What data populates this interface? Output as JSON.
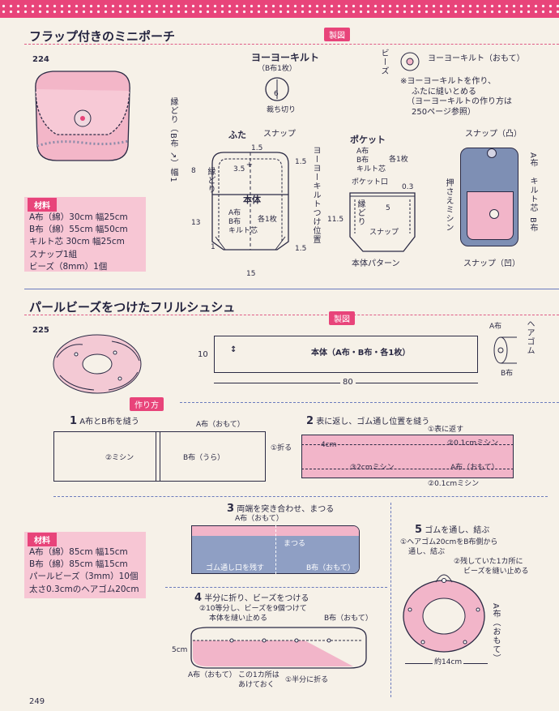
{
  "page_number": "249",
  "section1": {
    "title": "フラップ付きのミニポーチ",
    "tag": "製図",
    "item_number": "224",
    "materials_label": "材料",
    "materials": [
      "A布（綿）30cm 幅25cm",
      "B布（綿）55cm 幅50cm",
      "キルト芯 30cm 幅25cm",
      "スナップ1組",
      "ビーズ（8mm）1個"
    ],
    "yoyo": {
      "title": "ヨーヨーキルト",
      "sub": "（B布1枚）",
      "dim": "6",
      "cut": "裁ち切り"
    },
    "beads_label": "ビーズ",
    "yoyo_note_label": "ヨーヨーキルト（おもて）",
    "note": [
      "※ヨーヨーキルトを作り、",
      "ふたに縫いとめる",
      "（ヨーヨーキルトの作り方は",
      "250ページ参照）"
    ],
    "flap_label": "ふた",
    "snap_label": "スナップ",
    "body_label": "本体",
    "body_parts": [
      "A布",
      "B布",
      "キルト芯"
    ],
    "body_count": "各1枚",
    "binding_label": "縁どり",
    "binding_vertical": "縁どり（B布 ↗）幅1",
    "yoyo_position": "ヨーヨーキルトつけ位置",
    "dims": {
      "d15a": "1.5",
      "d35": "3.5",
      "d15b": "1.5",
      "d8": "8",
      "d13": "13",
      "d1": "1",
      "d15c": "1.5",
      "d15w": "15"
    },
    "pocket": {
      "title": "ポケット",
      "parts": [
        "A布",
        "B布",
        "キルト芯"
      ],
      "count": "各1枚",
      "opening": "ポケット口",
      "d03": "0.3",
      "binding": "縁どり",
      "d5": "5",
      "d115": "11.5",
      "snap": "スナップ",
      "pattern": "本体パターン"
    },
    "photo_labels": {
      "snap_convex": "スナップ（凸）",
      "a_fabric": "A布",
      "quilt": "キルト芯",
      "b_fabric": "B布",
      "stitch": "押さえミシン",
      "snap_concave": "スナップ（凹）"
    }
  },
  "section2": {
    "title": "パールビーズをつけたフリルシュシュ",
    "item_number": "225",
    "tag": "製図",
    "strip_label": "本体（A布・B布・各1枚）",
    "d10": "10",
    "d80": "80",
    "elastic": "ヘアゴム",
    "a_fabric": "A布",
    "b_fabric": "B布",
    "howto_tag": "作り方",
    "steps": {
      "s1": {
        "num": "1",
        "title": "A布とB布を縫う",
        "a_label": "A布（おもて）",
        "b_label": "B布（うら）",
        "machine": "②ミシン",
        "fold": "①折る"
      },
      "s2": {
        "num": "2",
        "title": "表に返し、ゴム通し位置を縫う",
        "flip": "①表に返す",
        "m01a": "②0.1cmミシン",
        "m4": "4cm",
        "m2": "③2cmミシン",
        "a_label": "A布（おもて）",
        "m01b": "②0.1cmミシン"
      },
      "s3": {
        "num": "3",
        "title": "両端を突き合わせ、まつる",
        "a_label": "A布（おもて）",
        "slip": "まつる",
        "gap": "ゴム通し口を残す",
        "b_label": "B布（おもて）"
      },
      "s4": {
        "num": "4",
        "title": "半分に折り、ビーズをつける",
        "beads": "②10等分し、ビーズを9個つけて",
        "beads2": "本体を縫い止める",
        "b_label": "B布（おもて）",
        "d5": "5cm",
        "a_label": "A布（おもて）",
        "open": "この1カ所は",
        "open2": "あけておく",
        "fold": "①半分に折る"
      },
      "s5": {
        "num": "5",
        "title": "ゴムを通し、結ぶ",
        "elastic": "①ヘアゴム20cmをB布側から",
        "elastic2": "通し、結ぶ",
        "sew": "②残していた1カ所に",
        "sew2": "ビーズを縫い止める",
        "a_label": "A布（おもて）",
        "width": "約14cm"
      }
    },
    "materials_label": "材料",
    "materials": [
      "A布（綿）85cm 幅15cm",
      "B布（綿）85cm 幅15cm",
      "パールビーズ（3mm）10個",
      "太さ0.3cmのヘアゴム20cm"
    ]
  }
}
